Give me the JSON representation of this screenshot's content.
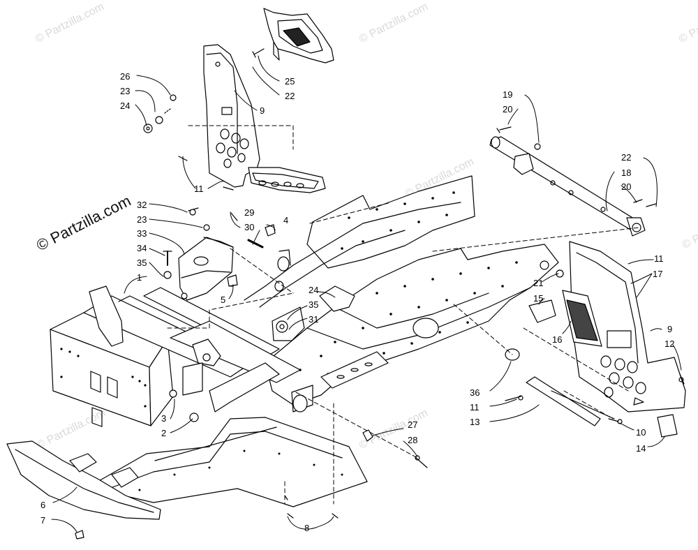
{
  "watermark": {
    "text": "© Partzilla.com"
  },
  "callouts": {
    "c1": "1",
    "c2": "2",
    "c3": "3",
    "c4": "4",
    "c5": "5",
    "c6": "6",
    "c7": "7",
    "c8": "8",
    "c9a": "9",
    "c9b": "9",
    "c10": "10",
    "c11a": "11",
    "c11b": "11",
    "c11c": "11",
    "c12": "12",
    "c13": "13",
    "c14": "14",
    "c15": "15",
    "c16": "16",
    "c17": "17",
    "c18": "18",
    "c19": "19",
    "c20a": "20",
    "c20b": "20",
    "c21": "21",
    "c22a": "22",
    "c22b": "22",
    "c23a": "23",
    "c23b": "23",
    "c24a": "24",
    "c24b": "24",
    "c25": "25",
    "c26": "26",
    "c27": "27",
    "c28": "28",
    "c29": "29",
    "c30": "30",
    "c31": "31",
    "c32": "32",
    "c33": "33",
    "c34": "34",
    "c35a": "35",
    "c35b": "35",
    "c36": "36"
  }
}
